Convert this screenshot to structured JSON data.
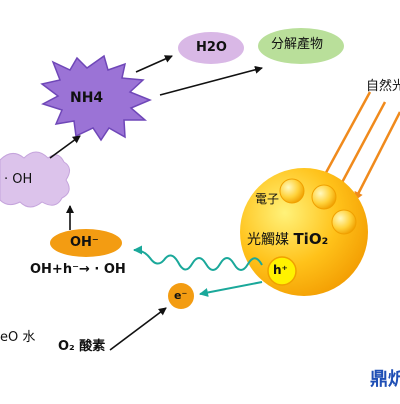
{
  "labels": {
    "nh4": "NH4",
    "h2o": "H2O",
    "decomposition": "分解產物",
    "hydroxyl_radical": "· OH",
    "hydroxide_ion": "OH⁻",
    "reaction": "OH+h⁻→ · OH",
    "water_partial": "eO 水",
    "oxygen": "O₂ 酸素",
    "electron_ball": "e⁻",
    "hole": "h⁺",
    "electrons": "電子",
    "photocatalyst_prefix": "光觸媒 ",
    "photocatalyst_formula": "TiO₂",
    "sunlight_partial": "自然光",
    "brand_partial": "鼎炘"
  },
  "colors": {
    "burst_fill": "#9b73d6",
    "burst_edge": "#6f47b8",
    "bubble_fill": "#d9b8e6",
    "green_fill": "#b9df9a",
    "orange": "#f39c12",
    "catalyst_center": "#ffe066",
    "catalyst_edge": "#f0a000",
    "hole_fill": "#fff200",
    "wave": "#1aa89a",
    "light_ray": "#f08a1c",
    "brand": "#1f4fb5"
  }
}
